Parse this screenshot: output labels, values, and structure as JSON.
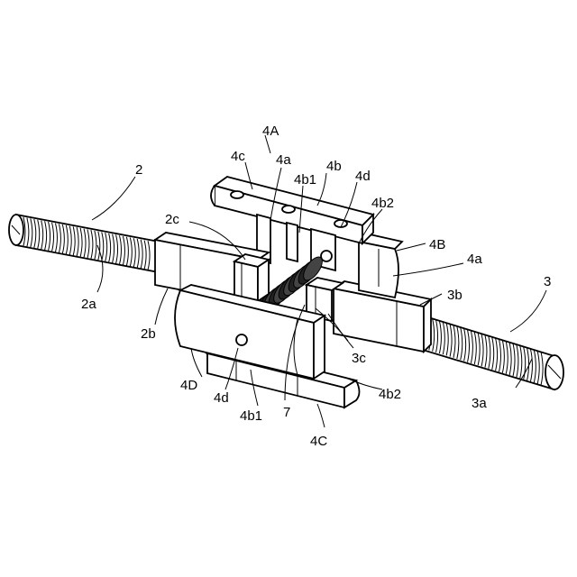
{
  "figure": {
    "labels": {
      "l_2": "2",
      "l_2a": "2a",
      "l_2b": "2b",
      "l_2c": "2c",
      "l_3": "3",
      "l_3a": "3a",
      "l_3b": "3b",
      "l_3c": "3c",
      "l_4A": "4A",
      "l_4B": "4B",
      "l_4C": "4C",
      "l_4D": "4D",
      "l_4c": "4c",
      "l_4a_top": "4a",
      "l_4a_right": "4a",
      "l_4b": "4b",
      "l_4b1_top": "4b1",
      "l_4b1_bottom": "4b1",
      "l_4b2_top": "4b2",
      "l_4b2_bottom": "4b2",
      "l_4d_top": "4d",
      "l_4d_bottom": "4d",
      "l_7": "7"
    }
  }
}
